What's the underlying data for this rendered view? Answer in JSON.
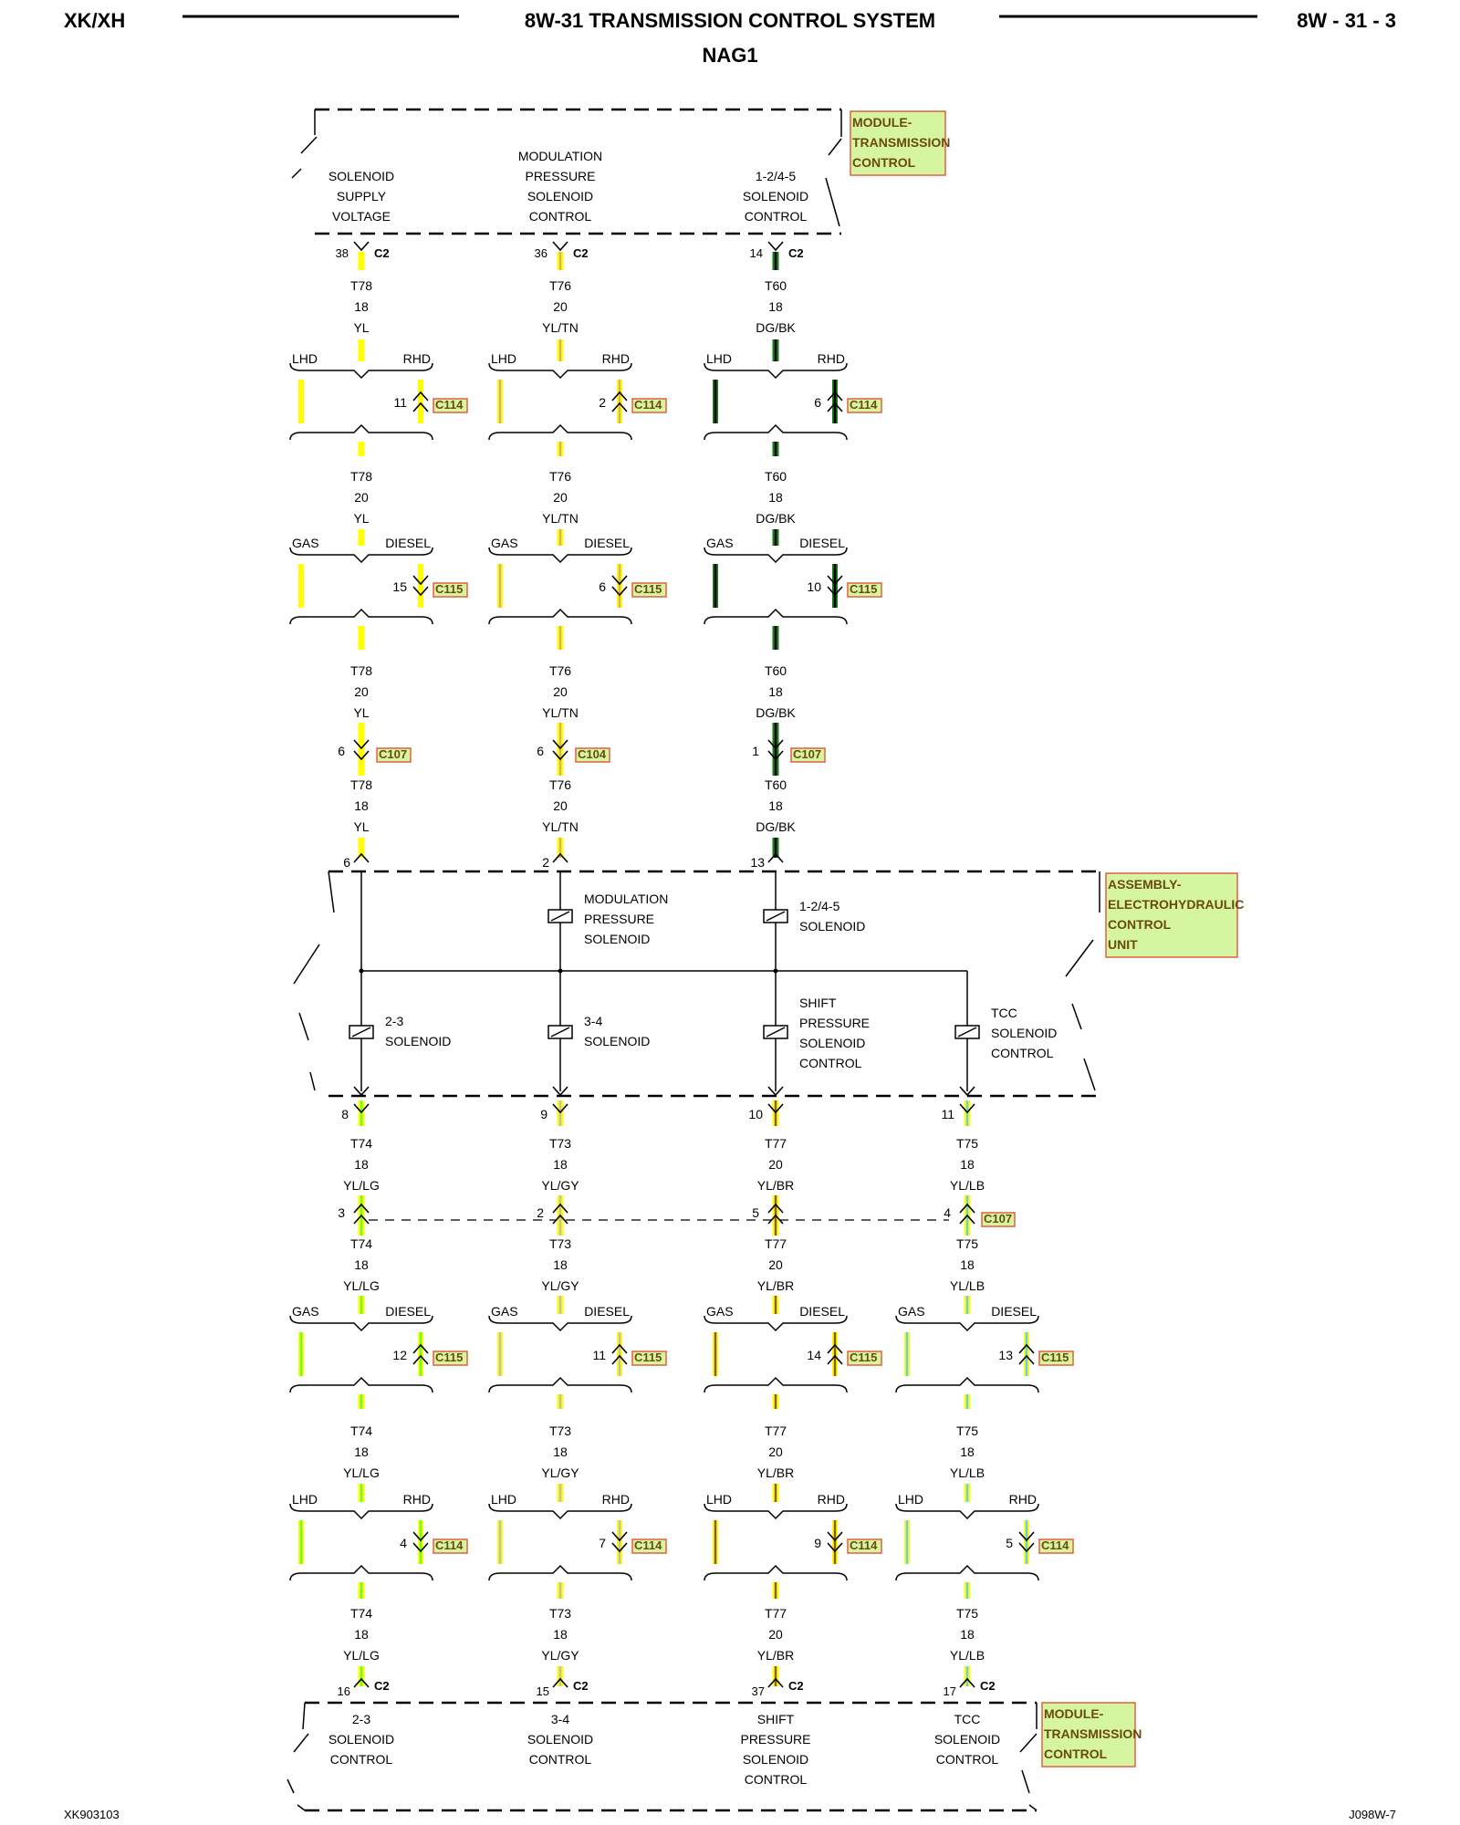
{
  "header": {
    "left": "XK/XH",
    "title": "8W-31 TRANSMISSION CONTROL SYSTEM",
    "subtitle": "NAG1",
    "page": "8W - 31 - 3"
  },
  "footer": {
    "left": "XK903103",
    "right": "J098W-7"
  },
  "colors": {
    "yl": "#ffff00",
    "tn": "#d9b36c",
    "dg": "#1a7a1a",
    "bk": "#000000",
    "lg": "#66ff33",
    "gy": "#bfbfbf",
    "br": "#8c5a14",
    "lb": "#66ccff",
    "callout_fill": "#d6f5a0",
    "callout_border": "#e06040",
    "callout_text": "#6b4a10"
  },
  "modules": {
    "tcm_top": {
      "lines": [
        "MODULE-",
        "TRANSMISSION",
        "CONTROL"
      ]
    },
    "ehcu": {
      "lines": [
        "ASSEMBLY-",
        "ELECTROHYDRAULIC",
        "CONTROL",
        "UNIT"
      ]
    },
    "tcm_bottom": {
      "lines": [
        "MODULE-",
        "TRANSMISSION",
        "CONTROL"
      ]
    }
  },
  "top_pins": [
    {
      "label": [
        "SOLENOID",
        "SUPPLY",
        "VOLTAGE"
      ],
      "pin": "38",
      "conn": "C2"
    },
    {
      "label": [
        "MODULATION",
        "PRESSURE",
        "SOLENOID",
        "CONTROL"
      ],
      "pin": "36",
      "conn": "C2"
    },
    {
      "label": [
        "1-2/4-5",
        "SOLENOID",
        "CONTROL"
      ],
      "pin": "14",
      "conn": "C2"
    }
  ],
  "top_wires": [
    {
      "c1": [
        "T78",
        "18",
        "YL"
      ],
      "lhd_rhd": {
        "pin": "11",
        "conn": "C114",
        "left": "LHD",
        "right": "RHD"
      },
      "c2": [
        "T78",
        "20",
        "YL"
      ],
      "gas_diesel": {
        "pin": "15",
        "conn": "C115",
        "left": "GAS",
        "right": "DIESEL"
      },
      "c3": [
        "T78",
        "20",
        "YL"
      ],
      "inline": {
        "pin": "6",
        "conn": "C107"
      },
      "c4": [
        "T78",
        "18",
        "YL"
      ],
      "ehcu_pin": "6"
    },
    {
      "c1": [
        "T76",
        "20",
        "YL/TN"
      ],
      "lhd_rhd": {
        "pin": "2",
        "conn": "C114",
        "left": "LHD",
        "right": "RHD"
      },
      "c2": [
        "T76",
        "20",
        "YL/TN"
      ],
      "gas_diesel": {
        "pin": "6",
        "conn": "C115",
        "left": "GAS",
        "right": "DIESEL"
      },
      "c3": [
        "T76",
        "20",
        "YL/TN"
      ],
      "inline": {
        "pin": "6",
        "conn": "C104"
      },
      "c4": [
        "T76",
        "20",
        "YL/TN"
      ],
      "ehcu_pin": "2"
    },
    {
      "c1": [
        "T60",
        "18",
        "DG/BK"
      ],
      "lhd_rhd": {
        "pin": "6",
        "conn": "C114",
        "left": "LHD",
        "right": "RHD"
      },
      "c2": [
        "T60",
        "18",
        "DG/BK"
      ],
      "gas_diesel": {
        "pin": "10",
        "conn": "C115",
        "left": "GAS",
        "right": "DIESEL"
      },
      "c3": [
        "T60",
        "18",
        "DG/BK"
      ],
      "inline": {
        "pin": "1",
        "conn": "C107"
      },
      "c4": [
        "T60",
        "18",
        "DG/BK"
      ],
      "ehcu_pin": "13"
    }
  ],
  "ehcu_solenoids": {
    "upper": [
      {
        "lines": [
          "MODULATION",
          "PRESSURE",
          "SOLENOID"
        ]
      },
      {
        "lines": [
          "1-2/4-5",
          "SOLENOID"
        ]
      }
    ],
    "lower": [
      {
        "lines": [
          "2-3",
          "SOLENOID"
        ]
      },
      {
        "lines": [
          "3-4",
          "SOLENOID"
        ]
      },
      {
        "lines": [
          "SHIFT",
          "PRESSURE",
          "SOLENOID",
          "CONTROL"
        ]
      },
      {
        "lines": [
          "TCC",
          "SOLENOID",
          "CONTROL"
        ]
      }
    ]
  },
  "bottom_wires": [
    {
      "ehcu_pin": "8",
      "c1": [
        "T74",
        "18",
        "YL/LG"
      ],
      "inline": {
        "pin": "3"
      },
      "c2": [
        "T74",
        "18",
        "YL/LG"
      ],
      "gas_diesel": {
        "pin": "12",
        "conn": "C115",
        "left": "GAS",
        "right": "DIESEL"
      },
      "c3": [
        "T74",
        "18",
        "YL/LG"
      ],
      "lhd_rhd": {
        "pin": "4",
        "conn": "C114",
        "left": "LHD",
        "right": "RHD"
      },
      "c4": [
        "T74",
        "18",
        "YL/LG"
      ],
      "tcm_pin": "16",
      "tcm_conn": "C2",
      "label": [
        "2-3",
        "SOLENOID",
        "CONTROL"
      ]
    },
    {
      "ehcu_pin": "9",
      "c1": [
        "T73",
        "18",
        "YL/GY"
      ],
      "inline": {
        "pin": "2"
      },
      "c2": [
        "T73",
        "18",
        "YL/GY"
      ],
      "gas_diesel": {
        "pin": "11",
        "conn": "C115",
        "left": "GAS",
        "right": "DIESEL"
      },
      "c3": [
        "T73",
        "18",
        "YL/GY"
      ],
      "lhd_rhd": {
        "pin": "7",
        "conn": "C114",
        "left": "LHD",
        "right": "RHD"
      },
      "c4": [
        "T73",
        "18",
        "YL/GY"
      ],
      "tcm_pin": "15",
      "tcm_conn": "C2",
      "label": [
        "3-4",
        "SOLENOID",
        "CONTROL"
      ]
    },
    {
      "ehcu_pin": "10",
      "c1": [
        "T77",
        "20",
        "YL/BR"
      ],
      "inline": {
        "pin": "5"
      },
      "c2": [
        "T77",
        "20",
        "YL/BR"
      ],
      "gas_diesel": {
        "pin": "14",
        "conn": "C115",
        "left": "GAS",
        "right": "DIESEL"
      },
      "c3": [
        "T77",
        "20",
        "YL/BR"
      ],
      "lhd_rhd": {
        "pin": "9",
        "conn": "C114",
        "left": "LHD",
        "right": "RHD"
      },
      "c4": [
        "T77",
        "20",
        "YL/BR"
      ],
      "tcm_pin": "37",
      "tcm_conn": "C2",
      "label": [
        "SHIFT",
        "PRESSURE",
        "SOLENOID",
        "CONTROL"
      ]
    },
    {
      "ehcu_pin": "11",
      "c1": [
        "T75",
        "18",
        "YL/LB"
      ],
      "inline": {
        "pin": "4"
      },
      "c2": [
        "T75",
        "18",
        "YL/LB"
      ],
      "gas_diesel": {
        "pin": "13",
        "conn": "C115",
        "left": "GAS",
        "right": "DIESEL"
      },
      "c3": [
        "T75",
        "18",
        "YL/LB"
      ],
      "lhd_rhd": {
        "pin": "5",
        "conn": "C114",
        "left": "LHD",
        "right": "RHD"
      },
      "c4": [
        "T75",
        "18",
        "YL/LB"
      ],
      "tcm_pin": "17",
      "tcm_conn": "C2",
      "label": [
        "TCC",
        "SOLENOID",
        "CONTROL"
      ]
    }
  ],
  "bottom_inline_conn": "C107"
}
